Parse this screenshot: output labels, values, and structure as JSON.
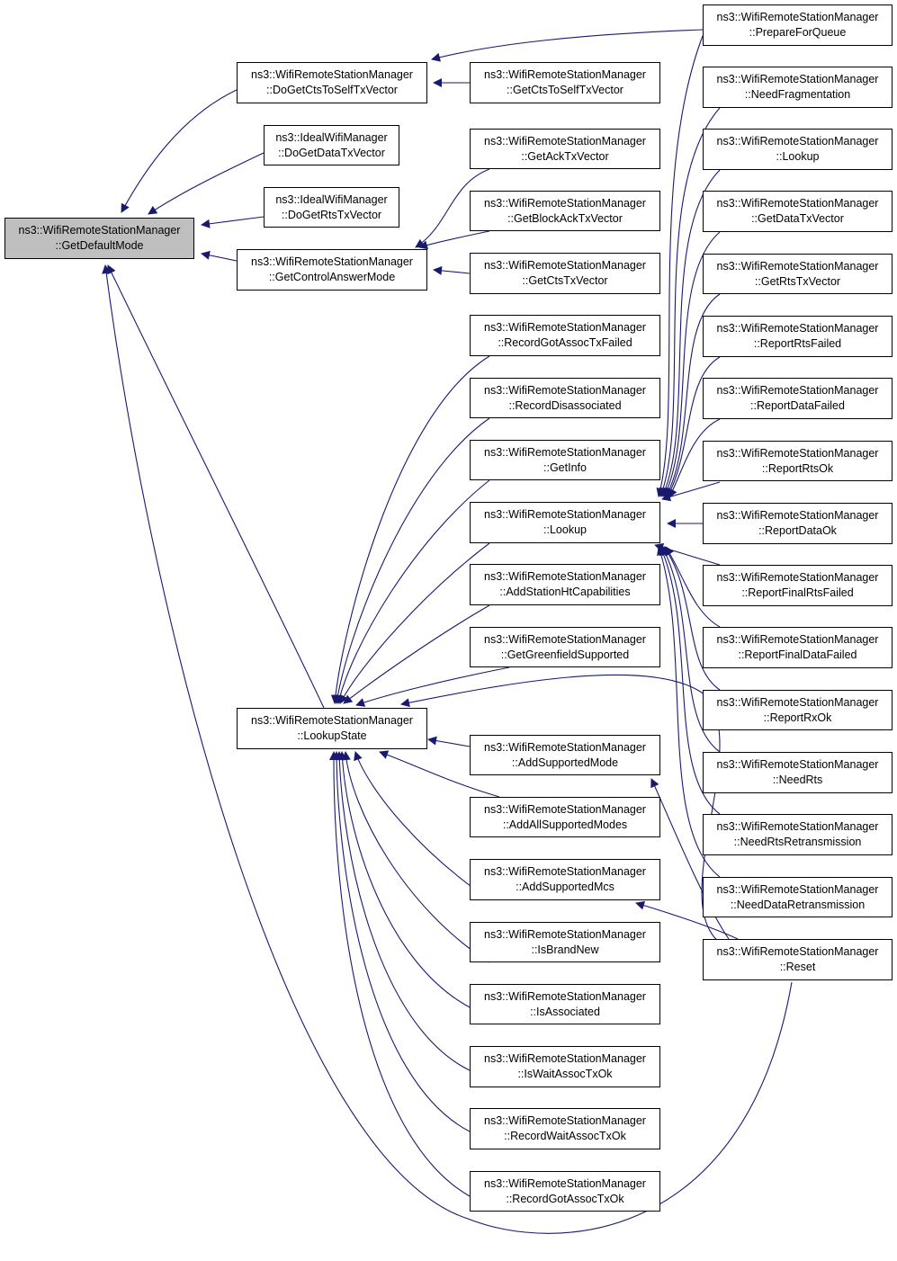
{
  "diagram": {
    "kind": "caller graph",
    "colors": {
      "edge": "#191970",
      "focus_fill": "#bfbfbf",
      "node_fill": "#ffffff",
      "border": "#000000"
    },
    "nodes": [
      {
        "id": "getDefaultMode",
        "line1": "ns3::WifiRemoteStationManager",
        "line2": "::GetDefaultMode",
        "focus": true
      },
      {
        "id": "doGetCtsToSelfTxVector",
        "line1": "ns3::WifiRemoteStationManager",
        "line2": "::DoGetCtsToSelfTxVector"
      },
      {
        "id": "idealDoGetDataTxVector",
        "line1": "ns3::IdealWifiManager",
        "line2": "::DoGetDataTxVector"
      },
      {
        "id": "idealDoGetRtsTxVector",
        "line1": "ns3::IdealWifiManager",
        "line2": "::DoGetRtsTxVector"
      },
      {
        "id": "getControlAnswerMode",
        "line1": "ns3::WifiRemoteStationManager",
        "line2": "::GetControlAnswerMode"
      },
      {
        "id": "lookupState",
        "line1": "ns3::WifiRemoteStationManager",
        "line2": "::LookupState"
      },
      {
        "id": "getCtsToSelfTxVector",
        "line1": "ns3::WifiRemoteStationManager",
        "line2": "::GetCtsToSelfTxVector"
      },
      {
        "id": "getAckTxVector",
        "line1": "ns3::WifiRemoteStationManager",
        "line2": "::GetAckTxVector"
      },
      {
        "id": "getBlockAckTxVector",
        "line1": "ns3::WifiRemoteStationManager",
        "line2": "::GetBlockAckTxVector"
      },
      {
        "id": "getCtsTxVector",
        "line1": "ns3::WifiRemoteStationManager",
        "line2": "::GetCtsTxVector"
      },
      {
        "id": "recordGotAssocTxFailed",
        "line1": "ns3::WifiRemoteStationManager",
        "line2": "::RecordGotAssocTxFailed"
      },
      {
        "id": "recordDisassociated",
        "line1": "ns3::WifiRemoteStationManager",
        "line2": "::RecordDisassociated"
      },
      {
        "id": "getInfo",
        "line1": "ns3::WifiRemoteStationManager",
        "line2": "::GetInfo"
      },
      {
        "id": "lookupMid",
        "line1": "ns3::WifiRemoteStationManager",
        "line2": "::Lookup"
      },
      {
        "id": "addStationHtCapabilities",
        "line1": "ns3::WifiRemoteStationManager",
        "line2": "::AddStationHtCapabilities"
      },
      {
        "id": "getGreenfieldSupported",
        "line1": "ns3::WifiRemoteStationManager",
        "line2": "::GetGreenfieldSupported"
      },
      {
        "id": "addSupportedMode",
        "line1": "ns3::WifiRemoteStationManager",
        "line2": "::AddSupportedMode"
      },
      {
        "id": "addAllSupportedModes",
        "line1": "ns3::WifiRemoteStationManager",
        "line2": "::AddAllSupportedModes"
      },
      {
        "id": "addSupportedMcs",
        "line1": "ns3::WifiRemoteStationManager",
        "line2": "::AddSupportedMcs"
      },
      {
        "id": "isBrandNew",
        "line1": "ns3::WifiRemoteStationManager",
        "line2": "::IsBrandNew"
      },
      {
        "id": "isAssociated",
        "line1": "ns3::WifiRemoteStationManager",
        "line2": "::IsAssociated"
      },
      {
        "id": "isWaitAssocTxOk",
        "line1": "ns3::WifiRemoteStationManager",
        "line2": "::IsWaitAssocTxOk"
      },
      {
        "id": "recordWaitAssocTxOk",
        "line1": "ns3::WifiRemoteStationManager",
        "line2": "::RecordWaitAssocTxOk"
      },
      {
        "id": "recordGotAssocTxOk",
        "line1": "ns3::WifiRemoteStationManager",
        "line2": "::RecordGotAssocTxOk"
      },
      {
        "id": "prepareForQueue",
        "line1": "ns3::WifiRemoteStationManager",
        "line2": "::PrepareForQueue"
      },
      {
        "id": "needFragmentation",
        "line1": "ns3::WifiRemoteStationManager",
        "line2": "::NeedFragmentation"
      },
      {
        "id": "lookupRight",
        "line1": "ns3::WifiRemoteStationManager",
        "line2": "::Lookup"
      },
      {
        "id": "getDataTxVector",
        "line1": "ns3::WifiRemoteStationManager",
        "line2": "::GetDataTxVector"
      },
      {
        "id": "getRtsTxVector",
        "line1": "ns3::WifiRemoteStationManager",
        "line2": "::GetRtsTxVector"
      },
      {
        "id": "reportRtsFailed",
        "line1": "ns3::WifiRemoteStationManager",
        "line2": "::ReportRtsFailed"
      },
      {
        "id": "reportDataFailed",
        "line1": "ns3::WifiRemoteStationManager",
        "line2": "::ReportDataFailed"
      },
      {
        "id": "reportRtsOk",
        "line1": "ns3::WifiRemoteStationManager",
        "line2": "::ReportRtsOk"
      },
      {
        "id": "reportDataOk",
        "line1": "ns3::WifiRemoteStationManager",
        "line2": "::ReportDataOk"
      },
      {
        "id": "reportFinalRtsFailed",
        "line1": "ns3::WifiRemoteStationManager",
        "line2": "::ReportFinalRtsFailed"
      },
      {
        "id": "reportFinalDataFailed",
        "line1": "ns3::WifiRemoteStationManager",
        "line2": "::ReportFinalDataFailed"
      },
      {
        "id": "reportRxOk",
        "line1": "ns3::WifiRemoteStationManager",
        "line2": "::ReportRxOk"
      },
      {
        "id": "needRts",
        "line1": "ns3::WifiRemoteStationManager",
        "line2": "::NeedRts"
      },
      {
        "id": "needRtsRetransmission",
        "line1": "ns3::WifiRemoteStationManager",
        "line2": "::NeedRtsRetransmission"
      },
      {
        "id": "needDataRetransmission",
        "line1": "ns3::WifiRemoteStationManager",
        "line2": "::NeedDataRetransmission"
      },
      {
        "id": "reset",
        "line1": "ns3::WifiRemoteStationManager",
        "line2": "::Reset"
      }
    ],
    "edges": [
      {
        "from": "doGetCtsToSelfTxVector",
        "to": "getDefaultMode"
      },
      {
        "from": "idealDoGetDataTxVector",
        "to": "getDefaultMode"
      },
      {
        "from": "idealDoGetRtsTxVector",
        "to": "getDefaultMode"
      },
      {
        "from": "getControlAnswerMode",
        "to": "getDefaultMode"
      },
      {
        "from": "lookupState",
        "to": "getDefaultMode"
      },
      {
        "from": "reset",
        "to": "getDefaultMode"
      },
      {
        "from": "prepareForQueue",
        "to": "doGetCtsToSelfTxVector"
      },
      {
        "from": "getCtsToSelfTxVector",
        "to": "doGetCtsToSelfTxVector"
      },
      {
        "from": "getAckTxVector",
        "to": "getControlAnswerMode"
      },
      {
        "from": "getBlockAckTxVector",
        "to": "getControlAnswerMode"
      },
      {
        "from": "getCtsTxVector",
        "to": "getControlAnswerMode"
      },
      {
        "from": "recordGotAssocTxFailed",
        "to": "lookupState"
      },
      {
        "from": "recordDisassociated",
        "to": "lookupState"
      },
      {
        "from": "getInfo",
        "to": "lookupState"
      },
      {
        "from": "lookupMid",
        "to": "lookupState"
      },
      {
        "from": "addStationHtCapabilities",
        "to": "lookupState"
      },
      {
        "from": "getGreenfieldSupported",
        "to": "lookupState"
      },
      {
        "from": "addSupportedMode",
        "to": "lookupState"
      },
      {
        "from": "addAllSupportedModes",
        "to": "lookupState"
      },
      {
        "from": "addSupportedMcs",
        "to": "lookupState"
      },
      {
        "from": "isBrandNew",
        "to": "lookupState"
      },
      {
        "from": "isAssociated",
        "to": "lookupState"
      },
      {
        "from": "isWaitAssocTxOk",
        "to": "lookupState"
      },
      {
        "from": "recordWaitAssocTxOk",
        "to": "lookupState"
      },
      {
        "from": "recordGotAssocTxOk",
        "to": "lookupState"
      },
      {
        "from": "reset",
        "to": "lookupState"
      },
      {
        "from": "reset",
        "to": "addSupportedMode"
      },
      {
        "from": "reset",
        "to": "addSupportedMcs"
      },
      {
        "from": "prepareForQueue",
        "to": "lookupMid"
      },
      {
        "from": "needFragmentation",
        "to": "lookupMid"
      },
      {
        "from": "lookupRight",
        "to": "lookupMid"
      },
      {
        "from": "getDataTxVector",
        "to": "lookupMid"
      },
      {
        "from": "getRtsTxVector",
        "to": "lookupMid"
      },
      {
        "from": "reportRtsFailed",
        "to": "lookupMid"
      },
      {
        "from": "reportDataFailed",
        "to": "lookupMid"
      },
      {
        "from": "reportRtsOk",
        "to": "lookupMid"
      },
      {
        "from": "reportDataOk",
        "to": "lookupMid"
      },
      {
        "from": "reportFinalRtsFailed",
        "to": "lookupMid"
      },
      {
        "from": "reportFinalDataFailed",
        "to": "lookupMid"
      },
      {
        "from": "reportRxOk",
        "to": "lookupMid"
      },
      {
        "from": "needRts",
        "to": "lookupMid"
      },
      {
        "from": "needRtsRetransmission",
        "to": "lookupMid"
      },
      {
        "from": "needDataRetransmission",
        "to": "lookupMid"
      }
    ]
  }
}
